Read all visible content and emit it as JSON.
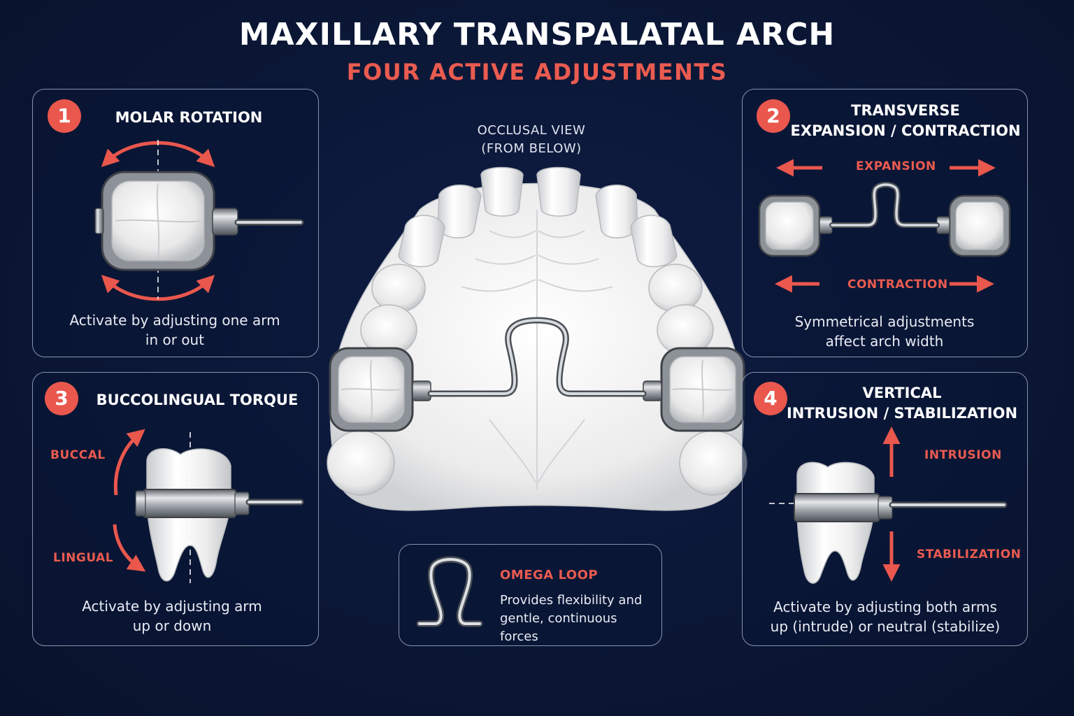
{
  "header": {
    "title": "MAXILLARY TRANSPALATAL ARCH",
    "subtitle": "FOUR ACTIVE ADJUSTMENTS"
  },
  "center": {
    "view_line1": "OCCLUSAL VIEW",
    "view_line2": "(FROM BELOW)"
  },
  "panels": [
    {
      "number": "1",
      "title": "MOLAR ROTATION",
      "desc_line1": "Activate by adjusting one arm",
      "desc_line2": "in or out"
    },
    {
      "number": "2",
      "title_line1": "TRANSVERSE",
      "title_line2": "EXPANSION / CONTRACTION",
      "label_top": "EXPANSION",
      "label_bottom": "CONTRACTION",
      "desc_line1": "Symmetrical adjustments",
      "desc_line2": "affect arch width"
    },
    {
      "number": "3",
      "title": "BUCCOLINGUAL TORQUE",
      "label_top": "BUCCAL",
      "label_bottom": "LINGUAL",
      "desc_line1": "Activate by adjusting arm",
      "desc_line2": "up or down"
    },
    {
      "number": "4",
      "title_line1": "VERTICAL",
      "title_line2": "INTRUSION / STABILIZATION",
      "label_top": "INTRUSION",
      "label_bottom": "STABILIZATION",
      "desc_line1": "Activate by adjusting both arms",
      "desc_line2": "up (intrude) or neutral (stabilize)"
    }
  ],
  "omega": {
    "title": "OMEGA LOOP",
    "desc_line1": "Provides flexibility and",
    "desc_line2": "gentle, continuous forces"
  },
  "colors": {
    "background": "#0b1736",
    "accent": "#e9574d",
    "panel_border": "#8a93ad",
    "tooth": "#f2f2f2",
    "metal": "#9aa0a8"
  }
}
